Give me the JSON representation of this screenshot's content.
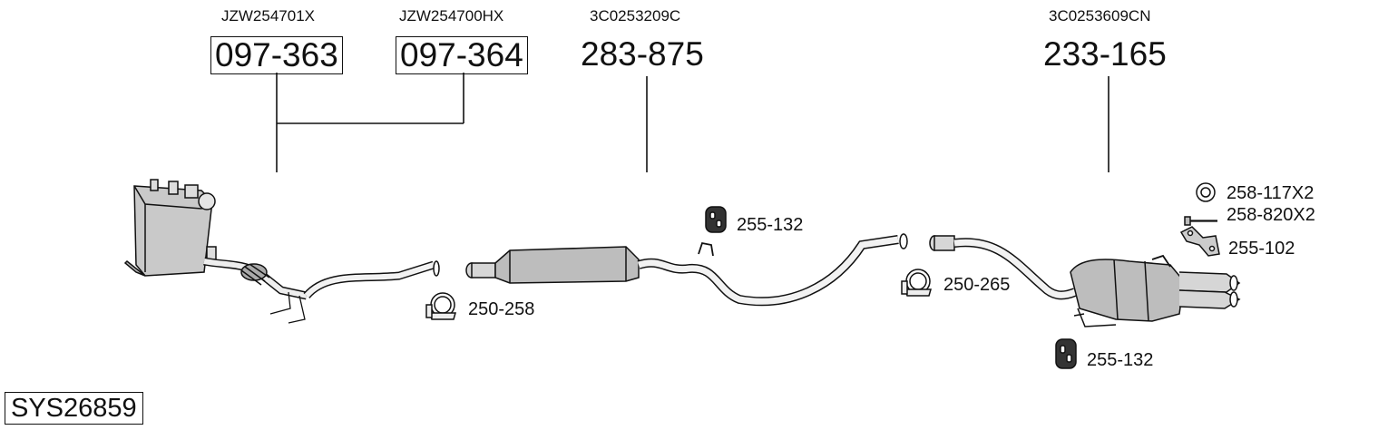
{
  "system_code": "SYS26859",
  "parts": {
    "p1": {
      "oem": "JZW254701X",
      "number": "097-363"
    },
    "p2": {
      "oem": "JZW254700HX",
      "number": "097-364"
    },
    "p3": {
      "oem": "3C0253209C",
      "number": "283-875"
    },
    "p4": {
      "oem": "3C0253609CN",
      "number": "233-165"
    }
  },
  "accessories": {
    "clamp_front": "250-258",
    "hanger_mid": "255-132",
    "clamp_rear": "250-265",
    "ring": "258-117X2",
    "bolt": "258-820X2",
    "bracket": "255-102",
    "hanger_rear": "255-132"
  }
}
